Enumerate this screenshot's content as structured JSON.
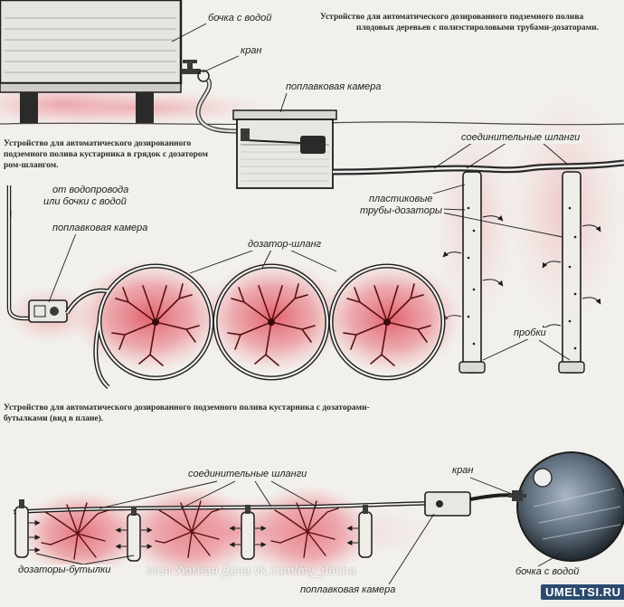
{
  "captions": {
    "trees_line1": "Устройство для автоматического дозированного подземного полива",
    "trees_line2": "плодовых деревьев с полиэстироловыми трубами-дозаторами.",
    "beds_line1": "Устройство для автоматического дозированного",
    "beds_line2": "подземного полива кустарника в грядок с дозатором",
    "beds_line3": "ром-шлангом.",
    "bottles_line1": "Устройство для автоматического дозированного подземного полива кустарника с дозаторами-",
    "bottles_line2": "бутылками (вид в плане)."
  },
  "labels": {
    "barrel": "бочка с водой",
    "tap": "кран",
    "float_chamber": "поплавковая камера",
    "connecting_hoses": "соединительные шланги",
    "plastic_pipes_1": "пластиковые",
    "plastic_pipes_2": "трубы-дозаторы",
    "from_supply_1": "от водопровода",
    "from_supply_2": "или бочки с водой",
    "float_chamber_2": "поплавковая камера",
    "dispenser_hose": "дозатор-шланг",
    "plugs": "пробки",
    "connecting_hoses_2": "соединительные шланги",
    "tap_2": "кран",
    "barrel_2": "бочка с водой",
    "dispenser_bottles": "дозаторы-бутылки",
    "float_chamber_3": "поплавковая камера"
  },
  "watermarks": {
    "community": "Моя Уютная Дача vk.com/my_dacha",
    "site": "UMELTSI.RU"
  },
  "colors": {
    "background": "#f2f0ec",
    "ink": "#1d1d1d",
    "soil_highlight": "#e88e94",
    "root_ink": "#5a1010",
    "water_blue": "#2a4a6e"
  }
}
